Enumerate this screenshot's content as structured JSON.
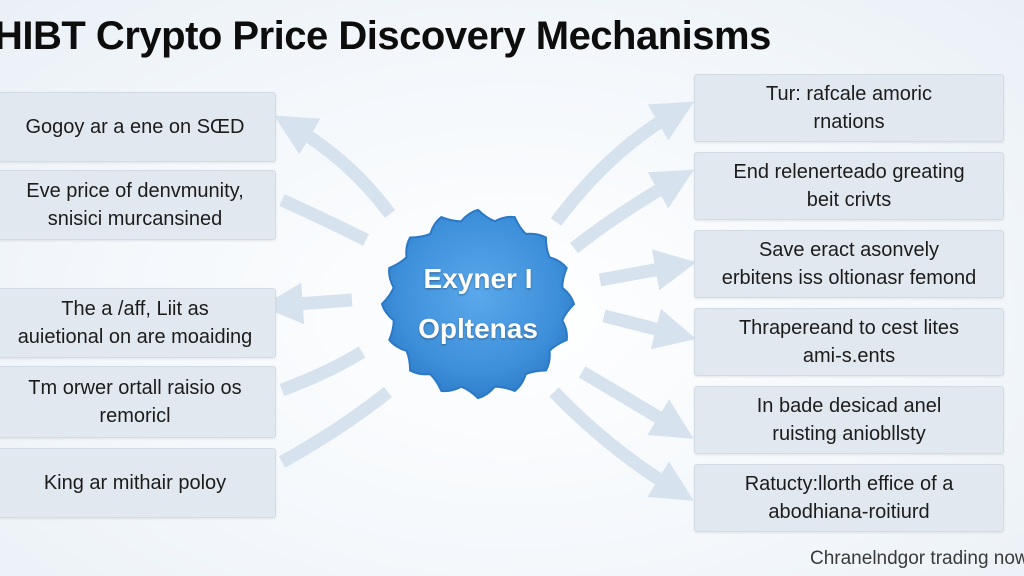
{
  "title": "HIBT Crypto Price Discovery Mechanisms",
  "hub": {
    "line1": "Exyner I",
    "line2": "Opltenas"
  },
  "left_boxes": [
    {
      "line1": "Gogoy ar a ene on SŒD",
      "line2": ""
    },
    {
      "line1": "Eve price of denvmunity,",
      "line2": "snisici murcansined"
    },
    {
      "line1": "The a /aff, Liit as",
      "line2": "auietional on are moaiding"
    },
    {
      "line1": "Tm orwer ortall raisio os",
      "line2": "remoricl"
    },
    {
      "line1": "King ar mithair poloy",
      "line2": ""
    }
  ],
  "right_boxes": [
    {
      "line1": "Tur: rafcale amoric",
      "line2": "rnations"
    },
    {
      "line1": "End relenerteado greating",
      "line2": "beit crivts"
    },
    {
      "line1": "Save eract asonvely",
      "line2": "erbitens iss oltionasr femond"
    },
    {
      "line1": "Thrapereand to cest lites",
      "line2": "ami-s.ents"
    },
    {
      "line1": "In bade desicad anel",
      "line2": "ruisting aniobllsty"
    },
    {
      "line1": "Ratucty:llorth effice of a",
      "line2": "abodhiana-roitiurd"
    }
  ],
  "watermark": "Chranelndgor trading now",
  "colors": {
    "hub": "#3d8fd9",
    "hub_edge": "#2a78c6",
    "box": "#e2e8ef",
    "arrow": "#d6e3ef"
  }
}
